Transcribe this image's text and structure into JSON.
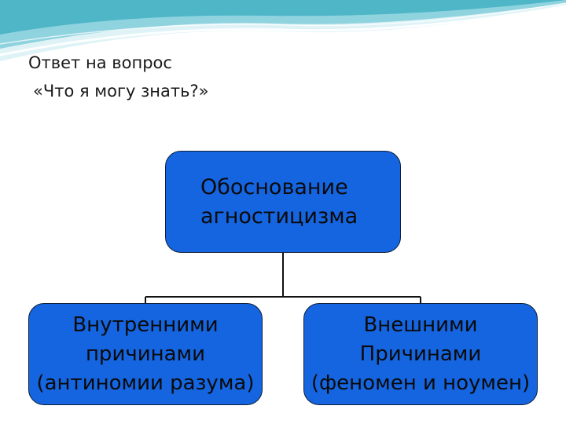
{
  "title": {
    "line1": "Ответ на вопрос",
    "line2": "«Что я могу знать?»"
  },
  "diagram": {
    "root": {
      "line1": "Обоснование",
      "line2": "агностицизма"
    },
    "children": [
      {
        "line1": "Внутренними",
        "line2": "причинами",
        "line3": "(антиномии разума)"
      },
      {
        "line1": "Внешними",
        "line2": "Причинами",
        "line3": "(феномен и ноумен)"
      }
    ]
  },
  "colors": {
    "node_fill": "#1565e0",
    "node_border": "#0f1f3a",
    "wave_teal": "#4fb6c8",
    "wave_light": "#c7e9f0"
  }
}
